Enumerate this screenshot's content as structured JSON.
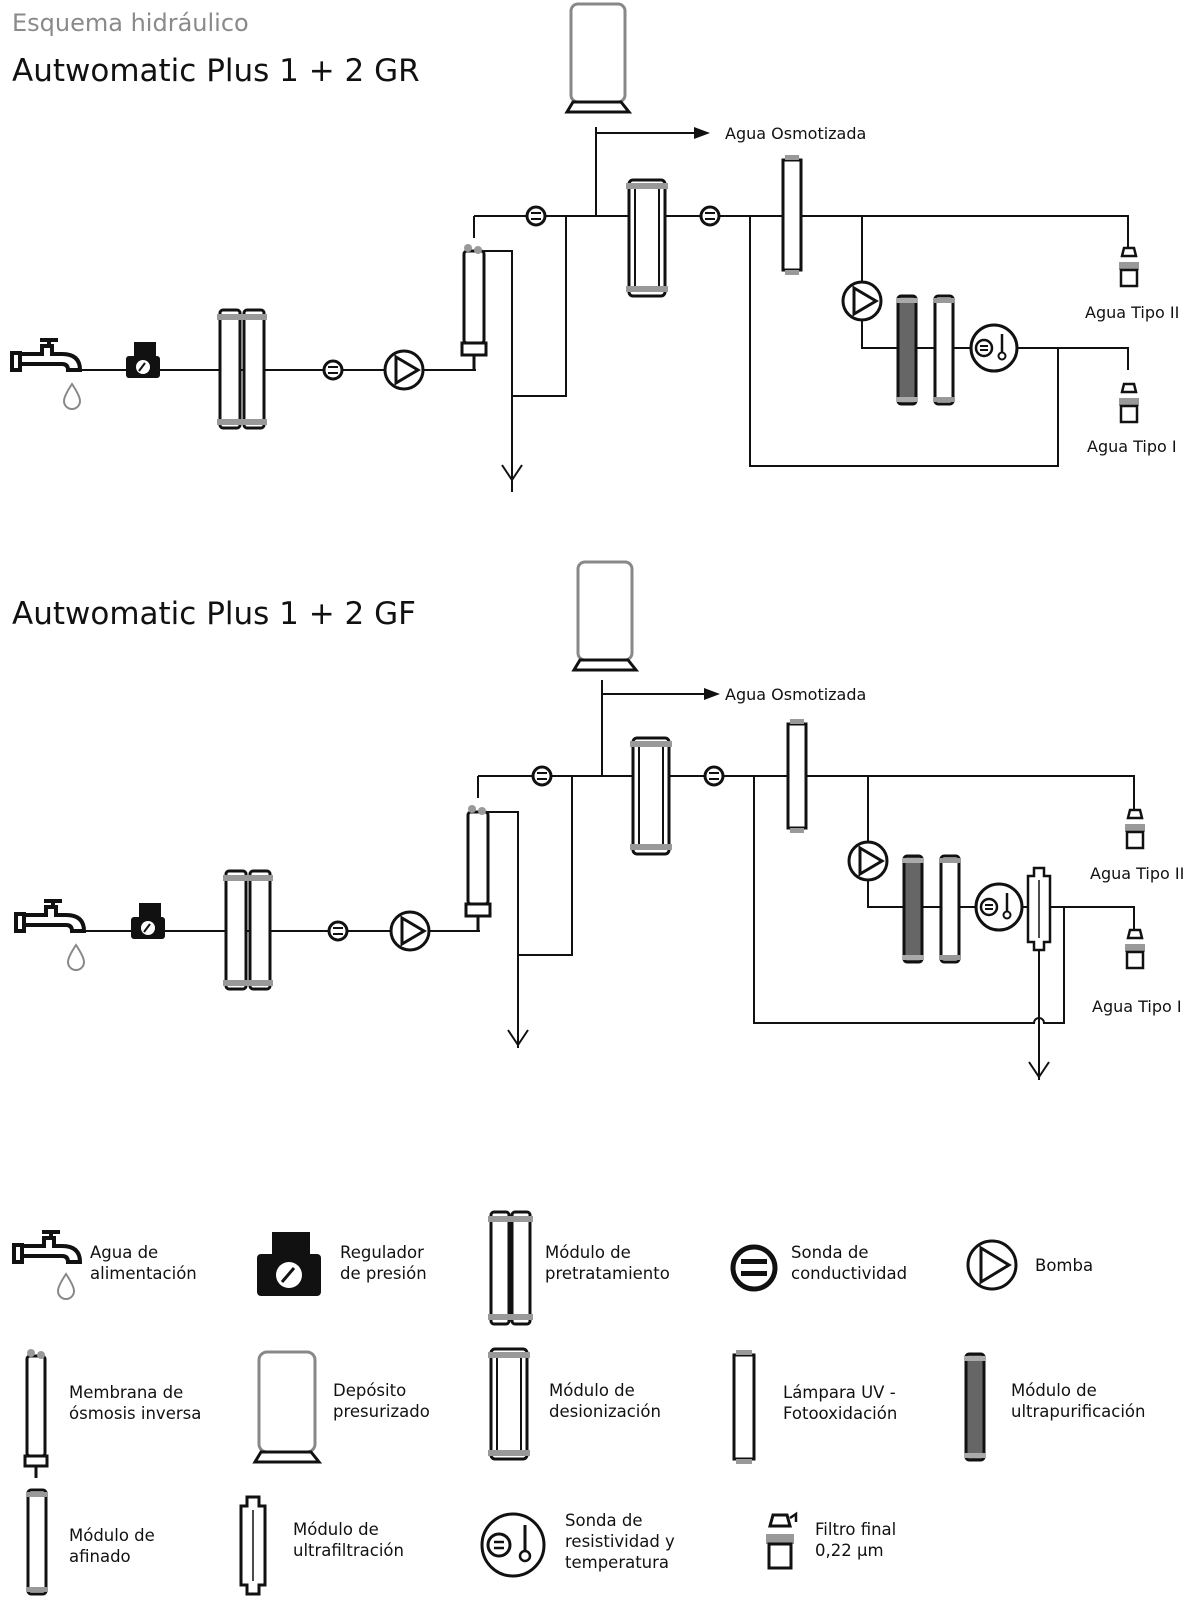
{
  "header": {
    "kicker": "Esquema hidráulico",
    "schema_gr_title": "Autwomatic Plus 1 + 2 GR",
    "schema_gf_title": "Autwomatic Plus 1 + 2 GF"
  },
  "schema_gr": {
    "osmotized_label": "Agua Osmotizada",
    "type2_label": "Agua Tipo II",
    "type1_label": "Agua Tipo I"
  },
  "schema_gf": {
    "osmotized_label": "Agua Osmotizada",
    "type2_label": "Agua Tipo II",
    "type1_label": "Agua Tipo I"
  },
  "legend": {
    "feed_water": [
      "Agua de",
      "alimentación"
    ],
    "pressure_regulator": [
      "Regulador",
      "de presión"
    ],
    "pretreatment_module": [
      "Módulo de",
      "pretratamiento"
    ],
    "conductivity_probe": [
      "Sonda de",
      "conductividad"
    ],
    "pump": [
      "Bomba"
    ],
    "ro_membrane": [
      "Membrana de",
      "ósmosis inversa"
    ],
    "pressurized_tank": [
      "Depósito",
      "presurizado"
    ],
    "deionization_module": [
      "Módulo de",
      "desionización"
    ],
    "uv_lamp": [
      "Lámpara UV -",
      "Fotooxidación"
    ],
    "ultrapurification_module": [
      "Módulo de",
      "ultrapurificación"
    ],
    "polishing_module": [
      "Módulo de",
      "afinado"
    ],
    "ultrafiltration_module": [
      "Módulo de",
      "ultrafiltración"
    ],
    "resistivity_probe": [
      "Sonda de",
      "resistividad y",
      "temperatura"
    ],
    "final_filter": [
      "Filtro final",
      "0,22 µm"
    ]
  }
}
